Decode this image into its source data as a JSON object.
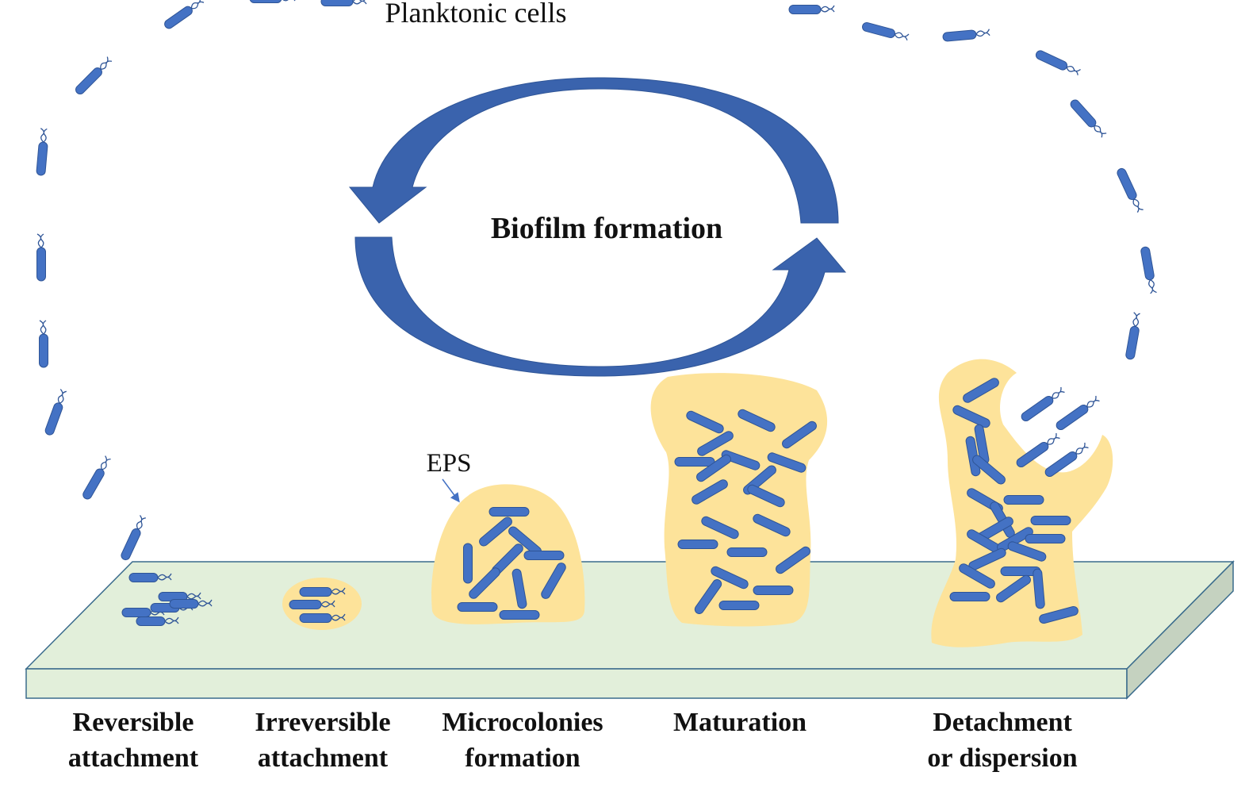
{
  "title": "Biofilm formation",
  "planktonic_label": "Planktonic cells",
  "eps_label": "EPS",
  "stages": [
    {
      "line1": "Reversible",
      "line2": "attachment"
    },
    {
      "line1": "Irreversible",
      "line2": "attachment"
    },
    {
      "line1": "Microcolonies",
      "line2": "formation"
    },
    {
      "line1": "Maturation",
      "line2": ""
    },
    {
      "line1": "Detachment",
      "line2": "or dispersion"
    }
  ],
  "colors": {
    "bacterium": "#4472c4",
    "bacterium_outline": "#2f5597",
    "arrow": "#3a63ad",
    "eps": "#fde39a",
    "surface_top": "#e2efda",
    "surface_side": "#c5d2c0",
    "surface_edge": "#3a6b8c"
  }
}
